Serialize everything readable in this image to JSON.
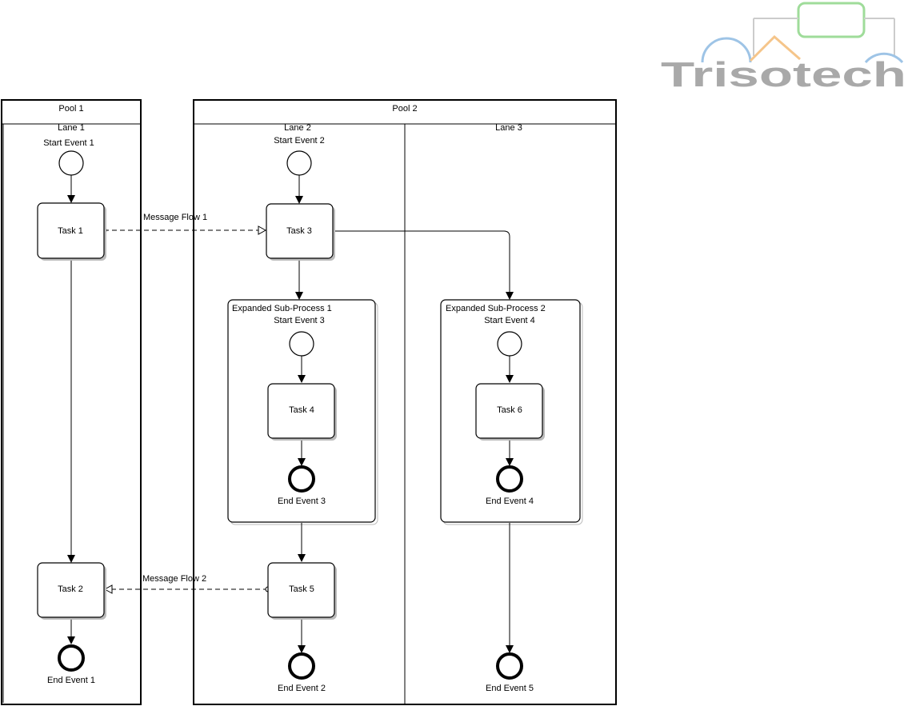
{
  "logo": {
    "text": "Trisotech"
  },
  "pools": [
    {
      "id": "pool1",
      "label": "Pool 1",
      "lanes": [
        {
          "id": "lane1",
          "label": "Lane 1"
        }
      ]
    },
    {
      "id": "pool2",
      "label": "Pool 2",
      "lanes": [
        {
          "id": "lane2",
          "label": "Lane 2"
        },
        {
          "id": "lane3",
          "label": "Lane 3"
        }
      ]
    }
  ],
  "subprocesses": [
    {
      "id": "sp1",
      "label": "Expanded Sub-Process 1"
    },
    {
      "id": "sp2",
      "label": "Expanded Sub-Process 2"
    }
  ],
  "start_events": [
    {
      "id": "se1",
      "label": "Start Event 1"
    },
    {
      "id": "se2",
      "label": "Start Event 2"
    },
    {
      "id": "se3",
      "label": "Start Event 3"
    },
    {
      "id": "se4",
      "label": "Start Event 4"
    }
  ],
  "tasks": [
    {
      "id": "t1",
      "label": "Task 1"
    },
    {
      "id": "t2",
      "label": "Task 2"
    },
    {
      "id": "t3",
      "label": "Task 3"
    },
    {
      "id": "t4",
      "label": "Task 4"
    },
    {
      "id": "t5",
      "label": "Task 5"
    },
    {
      "id": "t6",
      "label": "Task 6"
    }
  ],
  "end_events": [
    {
      "id": "ee1",
      "label": "End Event 1"
    },
    {
      "id": "ee2",
      "label": "End Event 2"
    },
    {
      "id": "ee3",
      "label": "End Event 3"
    },
    {
      "id": "ee4",
      "label": "End Event 4"
    },
    {
      "id": "ee5",
      "label": "End Event 5"
    }
  ],
  "message_flows": [
    {
      "id": "mf1",
      "label": "Message Flow 1"
    },
    {
      "id": "mf2",
      "label": "Message Flow 2"
    }
  ],
  "colors": {
    "stroke": "#000000",
    "logo_gray": "#a9a9a9",
    "logo_blue": "#9ec4e6",
    "logo_orange": "#f5c58a",
    "logo_green": "#9fdc9a"
  }
}
